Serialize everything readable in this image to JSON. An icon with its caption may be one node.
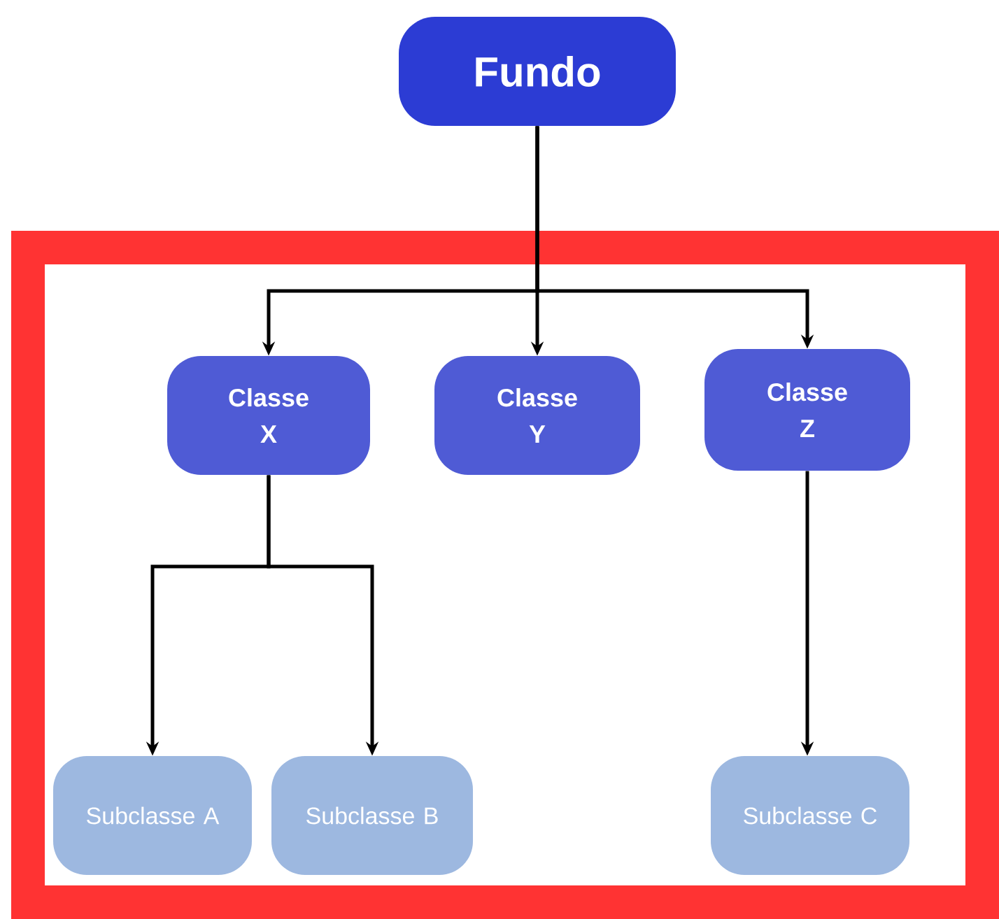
{
  "diagram": {
    "nodes": [
      {
        "text": [
          "Fundo"
        ]
      },
      {
        "text": [],
        "shape": "box"
      },
      {
        "text": [
          "Classe X"
        ],
        "in": 1
      },
      {
        "text": [
          "Classe Y"
        ],
        "in": 1
      },
      {
        "text": [
          "Classe Z"
        ],
        "in": 1
      },
      {
        "text": [
          "Subclasse A"
        ],
        "in": 1
      },
      {
        "text": [
          "Subclasse B"
        ],
        "in": 1
      },
      {
        "text": [
          "Subclasse C"
        ],
        "in": 1
      }
    ],
    "edges": [
      {
        "from": 0,
        "to": 2,
        "arrow": "to"
      },
      {
        "from": 0,
        "to": 3,
        "arrow": "to"
      },
      {
        "from": 0,
        "to": 4,
        "arrow": "to"
      },
      {
        "from": 2,
        "to": 5,
        "arrow": "to"
      },
      {
        "from": 2,
        "to": 6,
        "arrow": "to"
      },
      {
        "from": 4,
        "to": 7,
        "arrow": "to"
      }
    ]
  }
}
